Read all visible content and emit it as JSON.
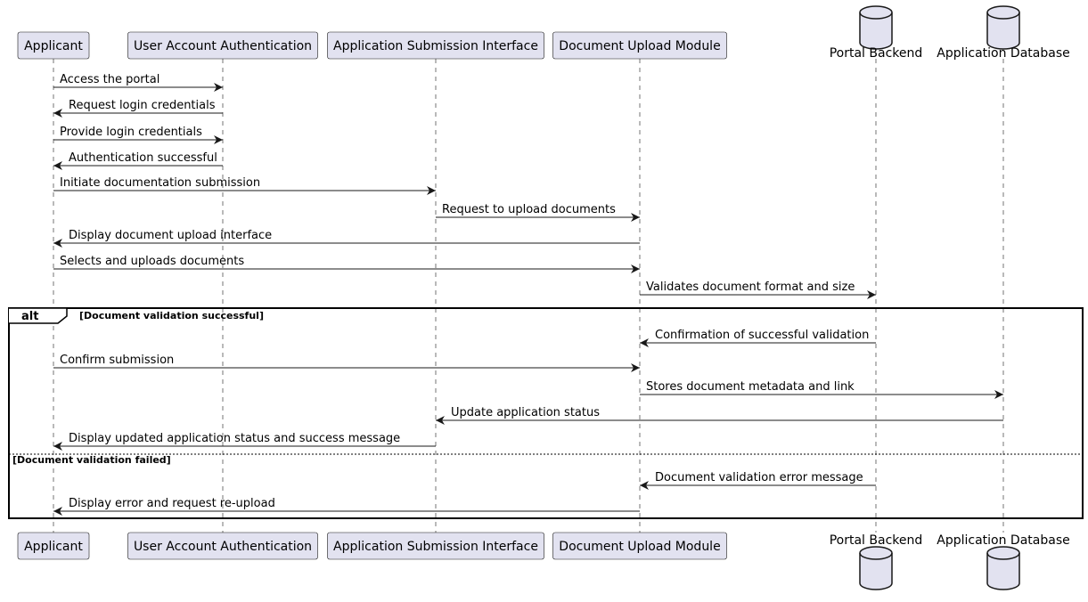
{
  "diagram": {
    "type": "sequence",
    "colors": {
      "participant_fill": "#E2E2F0",
      "participant_stroke": "#181818",
      "lifeline": "#181818",
      "arrow": "#181818"
    },
    "participants": [
      {
        "id": "applicant",
        "label": "Applicant",
        "shape": "box"
      },
      {
        "id": "auth",
        "label": "User Account Authentication",
        "shape": "box"
      },
      {
        "id": "submission",
        "label": "Application Submission Interface",
        "shape": "box"
      },
      {
        "id": "upload",
        "label": "Document Upload Module",
        "shape": "box"
      },
      {
        "id": "backend",
        "label": "Portal Backend",
        "shape": "database"
      },
      {
        "id": "db",
        "label": "Application Database",
        "shape": "database"
      }
    ],
    "messages": [
      {
        "from": "applicant",
        "to": "auth",
        "label": "Access the portal"
      },
      {
        "from": "auth",
        "to": "applicant",
        "label": "Request login credentials"
      },
      {
        "from": "applicant",
        "to": "auth",
        "label": "Provide login credentials"
      },
      {
        "from": "auth",
        "to": "applicant",
        "label": "Authentication successful"
      },
      {
        "from": "applicant",
        "to": "submission",
        "label": "Initiate documentation submission"
      },
      {
        "from": "submission",
        "to": "upload",
        "label": "Request to upload documents"
      },
      {
        "from": "upload",
        "to": "applicant",
        "label": "Display document upload interface"
      },
      {
        "from": "applicant",
        "to": "upload",
        "label": "Selects and uploads documents"
      },
      {
        "from": "upload",
        "to": "backend",
        "label": "Validates document format and size"
      },
      {
        "from": "backend",
        "to": "upload",
        "label": "Confirmation of successful validation"
      },
      {
        "from": "applicant",
        "to": "upload",
        "label": "Confirm submission"
      },
      {
        "from": "upload",
        "to": "db",
        "label": "Stores document metadata and link"
      },
      {
        "from": "db",
        "to": "submission",
        "label": "Update application status"
      },
      {
        "from": "submission",
        "to": "applicant",
        "label": "Display updated application status and success message"
      },
      {
        "from": "backend",
        "to": "upload",
        "label": "Document validation error message"
      },
      {
        "from": "upload",
        "to": "applicant",
        "label": "Display error and request re-upload"
      }
    ],
    "alt": {
      "keyword": "alt",
      "branches": [
        {
          "guard": "[Document validation successful]",
          "first_message": 9,
          "last_message": 13
        },
        {
          "guard": "[Document validation failed]",
          "first_message": 14,
          "last_message": 15
        }
      ]
    }
  }
}
